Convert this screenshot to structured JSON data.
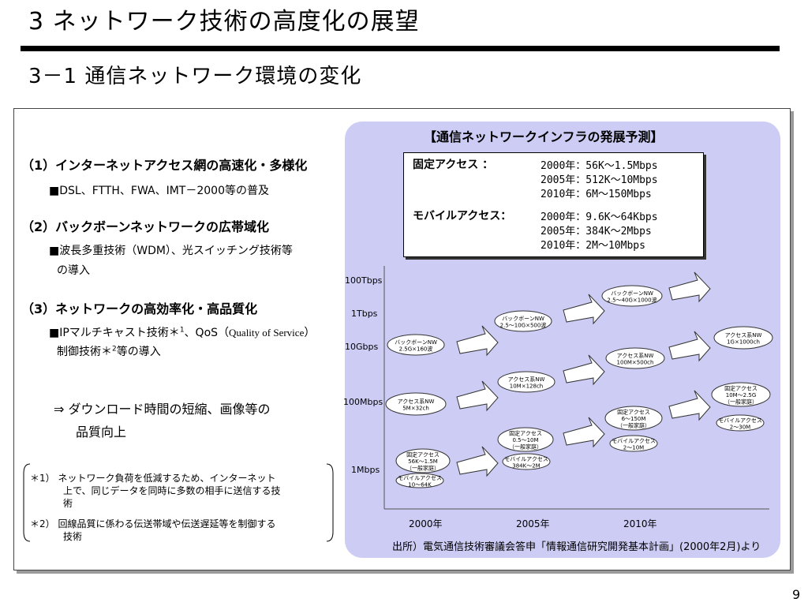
{
  "title": "3 ネットワーク技術の高度化の展望",
  "subtitle": "3－1 通信ネットワーク環境の変化",
  "left": {
    "h1": "（1）インターネットアクセス網の高速化・多様化",
    "h1_sub": "■DSL、FTTH、FWA、IMT－2000等の普及",
    "h2": "（2）バックボーンネットワークの広帯域化",
    "h2_sub1": "■波長多重技術（WDM）、光スイッチング技術等",
    "h2_sub2": "の導入",
    "h3": "（3）ネットワークの高効率化・高品質化",
    "h3_sub1_a": "■IPマルチキャスト技術＊",
    "h3_sub1_sup1": "1",
    "h3_sub1_b": "、QoS（",
    "h3_sub1_qos": "Quality of Service",
    "h3_sub1_c": "）",
    "h3_sub2_a": "制御技術＊",
    "h3_sub2_sup": "2",
    "h3_sub2_b": "等の導入",
    "result_line1": "⇒ ダウンロード時間の短縮、画像等の",
    "result_line2": "品質向上",
    "note1_line1": "＊1） ネットワーク負荷を低減するため、インターネット",
    "note1_line2": "上で、同じデータを同時に多数の相手に送信する技",
    "note1_line3": "術",
    "note2_line1": "＊2） 回線品質に係わる伝送帯域や伝送遅延等を制御する",
    "note2_line2": "技術"
  },
  "panel": {
    "title": "【通信ネットワークインフラの発展予測】",
    "fixed_label": "固定アクセス ：",
    "fixed_rows": [
      "2000年：56K～1.5Mbps",
      "2005年：512K～10Mbps",
      "2010年：6M～150Mbps"
    ],
    "mobile_label": "モバイルアクセス：",
    "mobile_rows": [
      "2000年：9.6K～64Kbps",
      "2005年：384K～2Mbps",
      "2010年：2M～10Mbps"
    ],
    "source": "出所）電気通信技術審議会答申「情報通信研究開発基本計画」(2000年2月)より"
  },
  "chart_data": {
    "type": "diagram-timeline",
    "y_labels": [
      "100Tbps",
      "1Tbps",
      "10Gbps",
      "100Mbps",
      "1Mbps"
    ],
    "x_labels": [
      "2000年",
      "2005年",
      "2010年"
    ],
    "bubbles": [
      {
        "id": "bb2000",
        "lines": [
          "バックボーンNW",
          "2.5G×160波"
        ]
      },
      {
        "id": "bb2005",
        "lines": [
          "バックボーンNW",
          "2.5～10G×500波"
        ]
      },
      {
        "id": "bb2010",
        "lines": [
          "バックボーンNW",
          "2.5～40G×1000波"
        ]
      },
      {
        "id": "ac2000",
        "lines": [
          "アクセス系NW",
          "5M×32ch"
        ]
      },
      {
        "id": "ac2005",
        "lines": [
          "アクセス系NW",
          "10M×128ch"
        ]
      },
      {
        "id": "ac2010",
        "lines": [
          "アクセス系NW",
          "100M×500ch"
        ]
      },
      {
        "id": "ac2015",
        "lines": [
          "アクセス系NW",
          "1G×1000ch"
        ]
      },
      {
        "id": "fx2000",
        "lines": [
          "固定アクセス",
          "56K～1.5M",
          "（一般家庭）"
        ]
      },
      {
        "id": "mb2000",
        "lines": [
          "モバイルアクセス",
          "10～64K"
        ]
      },
      {
        "id": "fx2005",
        "lines": [
          "固定アクセス",
          "0.5～10M",
          "（一般家庭）"
        ]
      },
      {
        "id": "mb2005",
        "lines": [
          "モバイルアクセス",
          "384K～2M"
        ]
      },
      {
        "id": "fx2010",
        "lines": [
          "固定アクセス",
          "6～150M",
          "（一般家庭）"
        ]
      },
      {
        "id": "mb2010",
        "lines": [
          "モバイルアクセス",
          "2～10M"
        ]
      },
      {
        "id": "fx2015",
        "lines": [
          "固定アクセス",
          "10M～2.5G",
          "（一般家庭）"
        ]
      },
      {
        "id": "mb2015",
        "lines": [
          "モバイルアクセス",
          "2～30M"
        ]
      }
    ]
  },
  "page_number": "9",
  "colors": {
    "panel_bg": "#ccccf4",
    "rule": "#000000"
  }
}
